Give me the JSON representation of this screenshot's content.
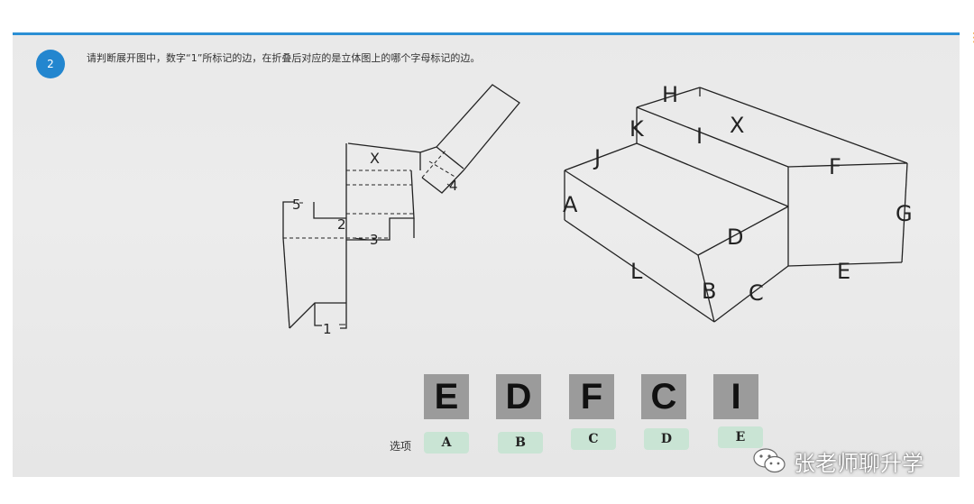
{
  "question": {
    "number": "2",
    "text": "请判断展开图中，数字“1”所标记的边，在折叠后对应的是立体图上的哪个字母标记的边。"
  },
  "net_labels": {
    "x": "X",
    "n1": "1",
    "n2": "2",
    "n3": "3",
    "n4": "4",
    "n5": "5"
  },
  "solid_labels": {
    "H": "H",
    "K": "K",
    "I": "I",
    "X": "X",
    "J": "J",
    "F": "F",
    "A": "A",
    "G": "G",
    "D": "D",
    "L": "L",
    "B": "B",
    "C": "C",
    "E": "E"
  },
  "answer_tiles": [
    "E",
    "D",
    "F",
    "C",
    "I"
  ],
  "options_label": "选项",
  "options": [
    "A",
    "B",
    "C",
    "D",
    "E"
  ],
  "watermark": "张老师聊升学",
  "icons": {
    "watermark_icon": "wechat-icon",
    "right_edge": "orange-dots"
  },
  "colors": {
    "accent": "#2386cf",
    "tile": "#9b9b9b",
    "option_bg": "#c9e4d4"
  }
}
